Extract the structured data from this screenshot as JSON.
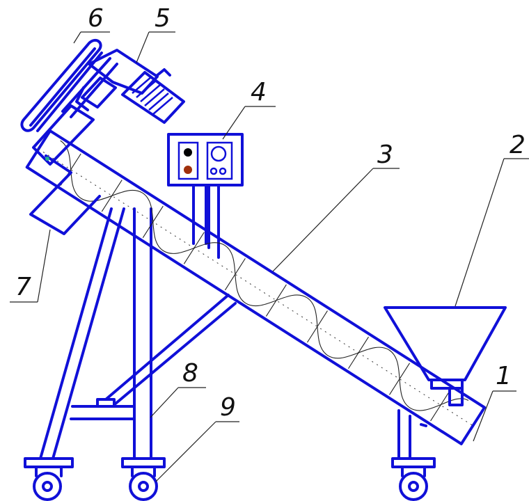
{
  "labels": {
    "l1": "1",
    "l2": "2",
    "l3": "3",
    "l4": "4",
    "l5": "5",
    "l6": "6",
    "l7": "7",
    "l8": "8",
    "l9": "9"
  },
  "colors": {
    "outline": "#1010d8",
    "leader": "#222222",
    "button_stop": "#000000",
    "button_start": "#a0300c",
    "accent": "#20b090"
  }
}
